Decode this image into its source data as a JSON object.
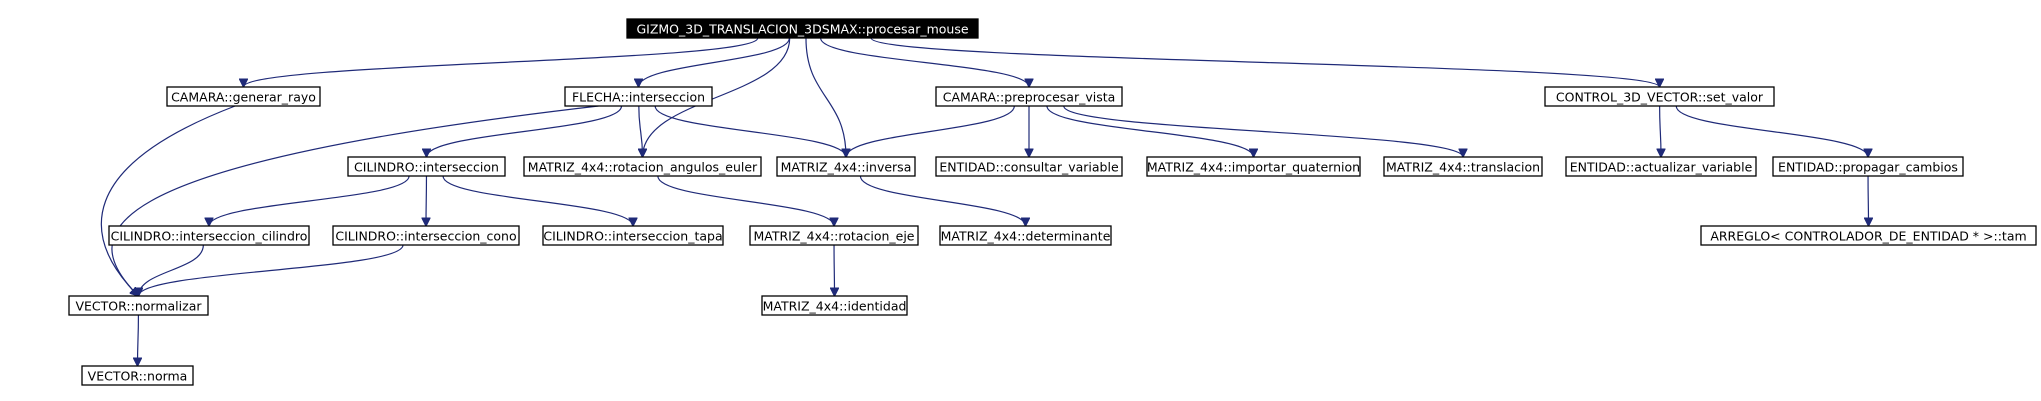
{
  "nodes": [
    {
      "id": "root",
      "label": "GIZMO_3D_TRANSLACION_3DSMAX::procesar_mouse",
      "root": true
    },
    {
      "id": "cam_gr",
      "label": "CAMARA::generar_rayo"
    },
    {
      "id": "flecha",
      "label": "FLECHA::interseccion"
    },
    {
      "id": "cam_pv",
      "label": "CAMARA::preprocesar_vista"
    },
    {
      "id": "ctrl",
      "label": "CONTROL_3D_VECTOR::set_valor"
    },
    {
      "id": "cil",
      "label": "CILINDRO::interseccion"
    },
    {
      "id": "m_rae",
      "label": "MATRIZ_4x4::rotacion_angulos_euler"
    },
    {
      "id": "m_inv",
      "label": "MATRIZ_4x4::inversa"
    },
    {
      "id": "ent_cv",
      "label": "ENTIDAD::consultar_variable"
    },
    {
      "id": "m_iq",
      "label": "MATRIZ_4x4::importar_quaternion"
    },
    {
      "id": "m_tr",
      "label": "MATRIZ_4x4::translacion"
    },
    {
      "id": "ent_av",
      "label": "ENTIDAD::actualizar_variable"
    },
    {
      "id": "ent_pc",
      "label": "ENTIDAD::propagar_cambios"
    },
    {
      "id": "cil_c",
      "label": "CILINDRO::interseccion_cilindro"
    },
    {
      "id": "cil_co",
      "label": "CILINDRO::interseccion_cono"
    },
    {
      "id": "cil_t",
      "label": "CILINDRO::interseccion_tapa"
    },
    {
      "id": "m_re",
      "label": "MATRIZ_4x4::rotacion_eje"
    },
    {
      "id": "m_det",
      "label": "MATRIZ_4x4::determinante"
    },
    {
      "id": "arr",
      "label": "ARREGLO< CONTROLADOR_DE_ENTIDAD * >::tam"
    },
    {
      "id": "vnorm",
      "label": "VECTOR::normalizar"
    },
    {
      "id": "m_id",
      "label": "MATRIZ_4x4::identidad"
    },
    {
      "id": "vn",
      "label": "VECTOR::norma"
    }
  ],
  "edges": [
    [
      "root",
      "cam_gr"
    ],
    [
      "root",
      "flecha"
    ],
    [
      "root",
      "m_rae"
    ],
    [
      "root",
      "m_inv"
    ],
    [
      "root",
      "cam_pv"
    ],
    [
      "root",
      "ctrl"
    ],
    [
      "cam_gr",
      "vnorm"
    ],
    [
      "flecha",
      "vnorm"
    ],
    [
      "flecha",
      "cil"
    ],
    [
      "flecha",
      "m_rae"
    ],
    [
      "flecha",
      "m_inv"
    ],
    [
      "cam_pv",
      "m_inv"
    ],
    [
      "cam_pv",
      "ent_cv"
    ],
    [
      "cam_pv",
      "m_iq"
    ],
    [
      "cam_pv",
      "m_tr"
    ],
    [
      "ctrl",
      "ent_av"
    ],
    [
      "ctrl",
      "ent_pc"
    ],
    [
      "cil",
      "cil_c"
    ],
    [
      "cil",
      "cil_co"
    ],
    [
      "cil",
      "cil_t"
    ],
    [
      "m_rae",
      "m_re"
    ],
    [
      "m_inv",
      "m_det"
    ],
    [
      "ent_pc",
      "arr"
    ],
    [
      "cil_c",
      "vnorm"
    ],
    [
      "cil_co",
      "vnorm"
    ],
    [
      "m_re",
      "m_id"
    ],
    [
      "vnorm",
      "vn"
    ]
  ]
}
